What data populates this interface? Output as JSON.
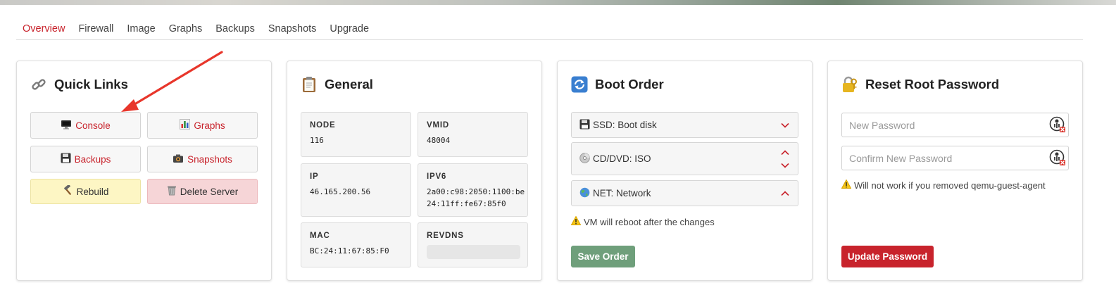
{
  "tabs": [
    {
      "label": "Overview",
      "active": true
    },
    {
      "label": "Firewall"
    },
    {
      "label": "Image"
    },
    {
      "label": "Graphs"
    },
    {
      "label": "Backups"
    },
    {
      "label": "Snapshots"
    },
    {
      "label": "Upgrade"
    }
  ],
  "quick_links": {
    "title": "Quick Links",
    "title_icon": "link-icon",
    "console": {
      "label": "Console",
      "icon": "monitor-icon"
    },
    "graphs": {
      "label": "Graphs",
      "icon": "bar-chart-icon"
    },
    "backups": {
      "label": "Backups",
      "icon": "floppy-disk-icon"
    },
    "snapshots": {
      "label": "Snapshots",
      "icon": "camera-icon"
    },
    "rebuild": {
      "label": "Rebuild",
      "icon": "hammer-icon"
    },
    "delete": {
      "label": "Delete Server",
      "icon": "trash-icon"
    }
  },
  "general": {
    "title": "General",
    "title_icon": "clipboard-icon",
    "node": {
      "key": "NODE",
      "value": "116"
    },
    "vmid": {
      "key": "VMID",
      "value": "48004"
    },
    "ip": {
      "key": "IP",
      "value": "46.165.200.56"
    },
    "ipv6": {
      "key": "IPV6",
      "value": "2a00:c98:2050:1100:be24:11ff:fe67:85f0"
    },
    "mac": {
      "key": "MAC",
      "value": "BC:24:11:67:85:F0"
    },
    "revdns": {
      "key": "REVDNS",
      "value": ""
    }
  },
  "boot_order": {
    "title": "Boot Order",
    "title_icon": "refresh-icon",
    "items": [
      {
        "label": "SSD: Boot disk",
        "icon": "floppy-disk-icon"
      },
      {
        "label": "CD/DVD: ISO",
        "icon": "disc-icon"
      },
      {
        "label": "NET: Network",
        "icon": "globe-icon"
      }
    ],
    "warning": "VM will reboot after the changes",
    "save_label": "Save Order"
  },
  "reset_password": {
    "title": "Reset Root Password",
    "title_icon": "lock-key-icon",
    "new_placeholder": "New Password",
    "confirm_placeholder": "Confirm New Password",
    "warning": "Will not work if you removed qemu-guest-agent",
    "update_label": "Update Password"
  },
  "colors": {
    "accent": "#c8232c",
    "save_green": "#6f9f7b",
    "rebuild_bg": "#fdf6c4",
    "delete_bg": "#f6d5d7"
  }
}
